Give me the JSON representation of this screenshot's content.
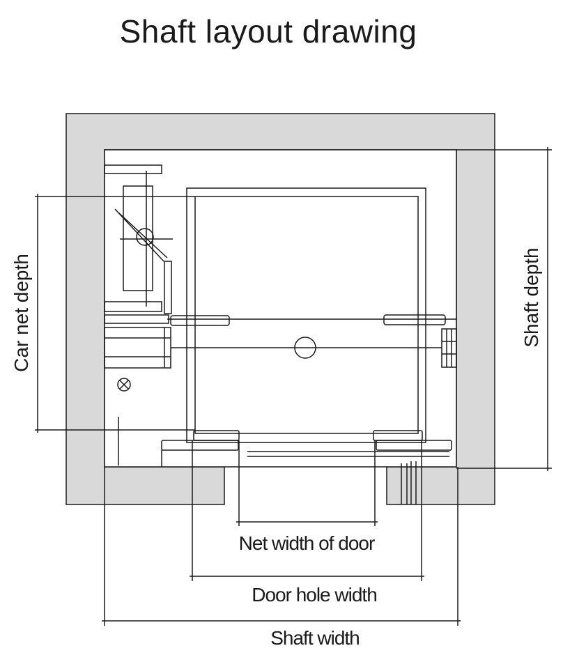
{
  "title": "Shaft layout drawing",
  "labels": {
    "car_net_depth": "Car net depth",
    "shaft_depth": "Shaft depth",
    "net_width_of_door": "Net width of door",
    "door_hole_width": "Door hole width",
    "shaft_width": "Shaft width"
  },
  "colors": {
    "wall": "#d9d9d9",
    "line": "#1a1a1a"
  }
}
